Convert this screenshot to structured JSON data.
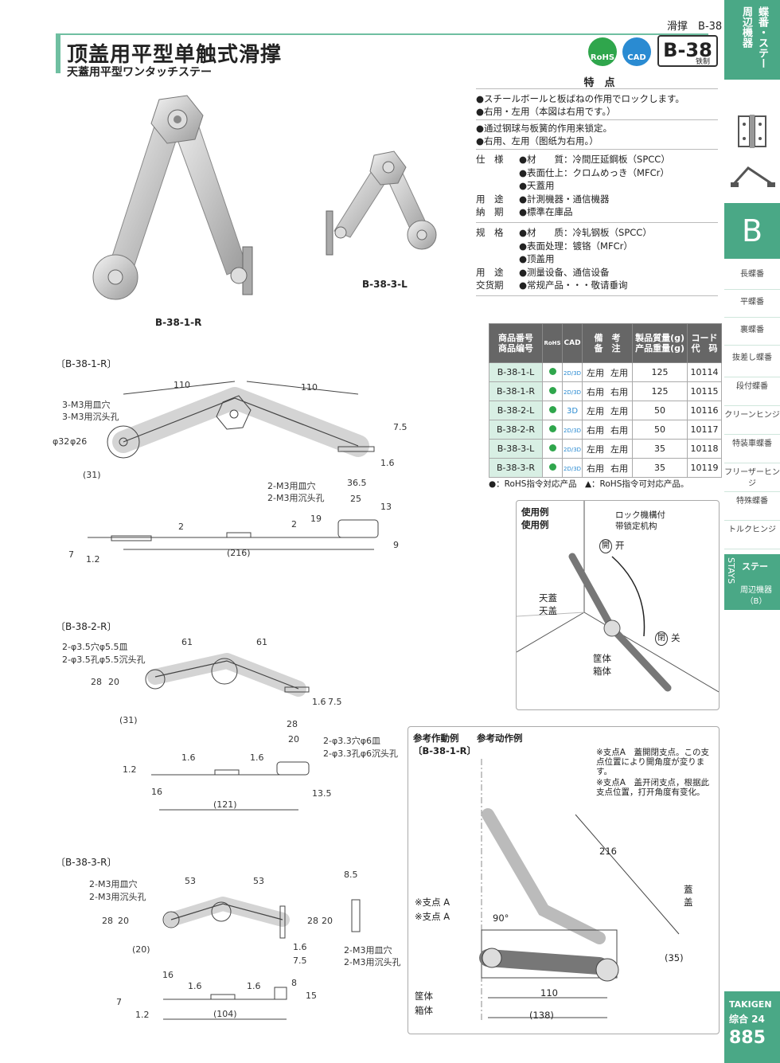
{
  "header": {
    "category": "滑撑",
    "code": "B-38",
    "title": "顶盖用平型单触式滑撑",
    "subtitle": "天蓋用平型ワンタッチステー",
    "badge_rohs": "RoHS",
    "badge_cad": "CAD",
    "code_box": "B-38",
    "code_sub": "铁制"
  },
  "sidebar": {
    "top_vertical_1": "蝶番・ステー",
    "top_vertical_2": "周辺機器",
    "letter": "B",
    "items": [
      "長蝶番",
      "平蝶番",
      "裏蝶番",
      "抜差し蝶番",
      "段付蝶番",
      "クリーンヒンジ",
      "特装車蝶番",
      "フリーザーヒンジ",
      "特殊蝶番",
      "トルクヒンジ"
    ],
    "stays_vertical": "STAYS",
    "stays_label": "ステー",
    "stays_sub": "周辺機器（B）",
    "brand": "TAKIGEN",
    "section": "综合 24",
    "page": "885"
  },
  "features": {
    "title": "特　点",
    "jp": [
      "●スチールボールと板ばねの作用でロックします。",
      "●右用・左用（本図は右用です。）"
    ],
    "cn": [
      "●通过钢球与板簧的作用来锁定。",
      "●右用、左用（图纸为右用。）"
    ],
    "spec_jp": [
      [
        "仕　様",
        "●材　　質：冷間圧延鋼板（SPCC）"
      ],
      [
        "",
        "●表面仕上：クロムめっき（MFCr）"
      ],
      [
        "",
        "●天蓋用"
      ],
      [
        "用　途",
        "●計測機器・通信機器"
      ],
      [
        "納　期",
        "●標準在庫品"
      ]
    ],
    "spec_cn": [
      [
        "规　格",
        "●材　　质：冷轧钢板（SPCC）"
      ],
      [
        "",
        "●表面处理：镀铬（MFCr）"
      ],
      [
        "",
        "●顶盖用"
      ],
      [
        "用　途",
        "●测量设备、通信设备"
      ],
      [
        "交货期",
        "●常规产品・・・敬请垂询"
      ]
    ]
  },
  "product_labels": {
    "large": "B-38-1-R",
    "small": "B-38-3-L"
  },
  "table": {
    "headers": [
      "商品番号\n商品编号",
      "RoHS",
      "CAD",
      "備　考\n备　注",
      "製品質量(g)\n产品重量(g)",
      "コード\n代　码"
    ],
    "rows": [
      {
        "code": "B-38-1-L",
        "cad": "2D/3D",
        "note_jp": "左用",
        "note_cn": "左用",
        "weight": "125",
        "ref": "10114"
      },
      {
        "code": "B-38-1-R",
        "cad": "2D/3D",
        "note_jp": "右用",
        "note_cn": "右用",
        "weight": "125",
        "ref": "10115"
      },
      {
        "code": "B-38-2-L",
        "cad": "3D",
        "note_jp": "左用",
        "note_cn": "左用",
        "weight": "50",
        "ref": "10116"
      },
      {
        "code": "B-38-2-R",
        "cad": "2D/3D",
        "note_jp": "右用",
        "note_cn": "右用",
        "weight": "50",
        "ref": "10117"
      },
      {
        "code": "B-38-3-L",
        "cad": "2D/3D",
        "note_jp": "左用",
        "note_cn": "左用",
        "weight": "35",
        "ref": "10118"
      },
      {
        "code": "B-38-3-R",
        "cad": "2D/3D",
        "note_jp": "右用",
        "note_cn": "右用",
        "weight": "35",
        "ref": "10119"
      }
    ],
    "legend": "●：RoHS指令対応产品　▲：RoHS指令可対応产品。"
  },
  "usage": {
    "title_jp": "使用例",
    "title_cn": "使用例",
    "lock_jp": "ロック機構付",
    "lock_cn": "带锁定机构",
    "open_mark": "開",
    "open": "开",
    "close_mark": "閉",
    "close": "关",
    "lid_jp": "天蓋",
    "lid_cn": "天盖",
    "box_jp": "筐体",
    "box_cn": "箱体"
  },
  "drawing1": {
    "label": "〔B-38-1-R〕",
    "d110a": "110",
    "d110b": "110",
    "hole_jp": "3-M3用皿穴",
    "hole_cn": "3-M3用沉头孔",
    "phi32": "φ32",
    "phi26": "φ26",
    "d31": "(31)",
    "d75": "7.5",
    "d16": "1.6",
    "hole2_jp": "2-M3用皿穴",
    "hole2_cn": "2-M3用沉头孔",
    "d365": "36.5",
    "d25": "25",
    "d13": "13",
    "d19": "19",
    "d2a": "2",
    "d2b": "2",
    "d9": "9",
    "d7": "7",
    "d12": "1.2",
    "d216": "(216)"
  },
  "drawing2": {
    "label": "〔B-38-2-R〕",
    "d61a": "61",
    "d61b": "61",
    "hole_jp": "2-φ3.5穴φ5.5皿",
    "hole_cn": "2-φ3.5孔φ5.5沉头孔",
    "d28": "28",
    "d20": "20",
    "d31": "(31)",
    "d16": "1.6",
    "d75": "7.5",
    "d28b": "28",
    "d20b": "20",
    "hole2_jp": "2-φ3.3穴φ6皿",
    "hole2_cn": "2-φ3.3孔φ6沉头孔",
    "d16a": "1.6",
    "d16b": "1.6",
    "d12": "1.2",
    "d16c": "16",
    "d135": "13.5",
    "d121": "(121)"
  },
  "drawing3": {
    "label": "〔B-38-3-R〕",
    "hole_jp": "2-M3用皿穴",
    "hole_cn": "2-M3用沉头孔",
    "d53a": "53",
    "d53b": "53",
    "d28": "28",
    "d20": "20",
    "d20p": "(20)",
    "d16": "1.6",
    "d75": "7.5",
    "d85": "8.5",
    "d28b": "28",
    "d20b": "20",
    "hole2_jp": "2-M3用皿穴",
    "hole2_cn": "2-M3用沉头孔",
    "d16c": "16",
    "d16a": "1.6",
    "d16b": "1.6",
    "d8": "8",
    "d15": "15",
    "d7": "7",
    "d12": "1.2",
    "d104": "(104)"
  },
  "reference": {
    "title_jp": "参考作動例",
    "title_cn": "参考动作例",
    "model": "〔B-38-1-R〕",
    "note_jp": "※支点A　蓋開閉支点。この支点位置により開角度が変ります。",
    "note_cn": "※支点A　盖开闭支点，根据此支点位置，打开角度有变化。",
    "fulcrum_jp": "※支点 A",
    "fulcrum_cn": "※支点 A",
    "lid_jp": "蓋",
    "lid_cn": "盖",
    "box_jp": "筐体",
    "box_cn": "箱体",
    "d216": "216",
    "d90": "90°",
    "d35": "(35)",
    "d110": "110",
    "d138": "(138)"
  }
}
